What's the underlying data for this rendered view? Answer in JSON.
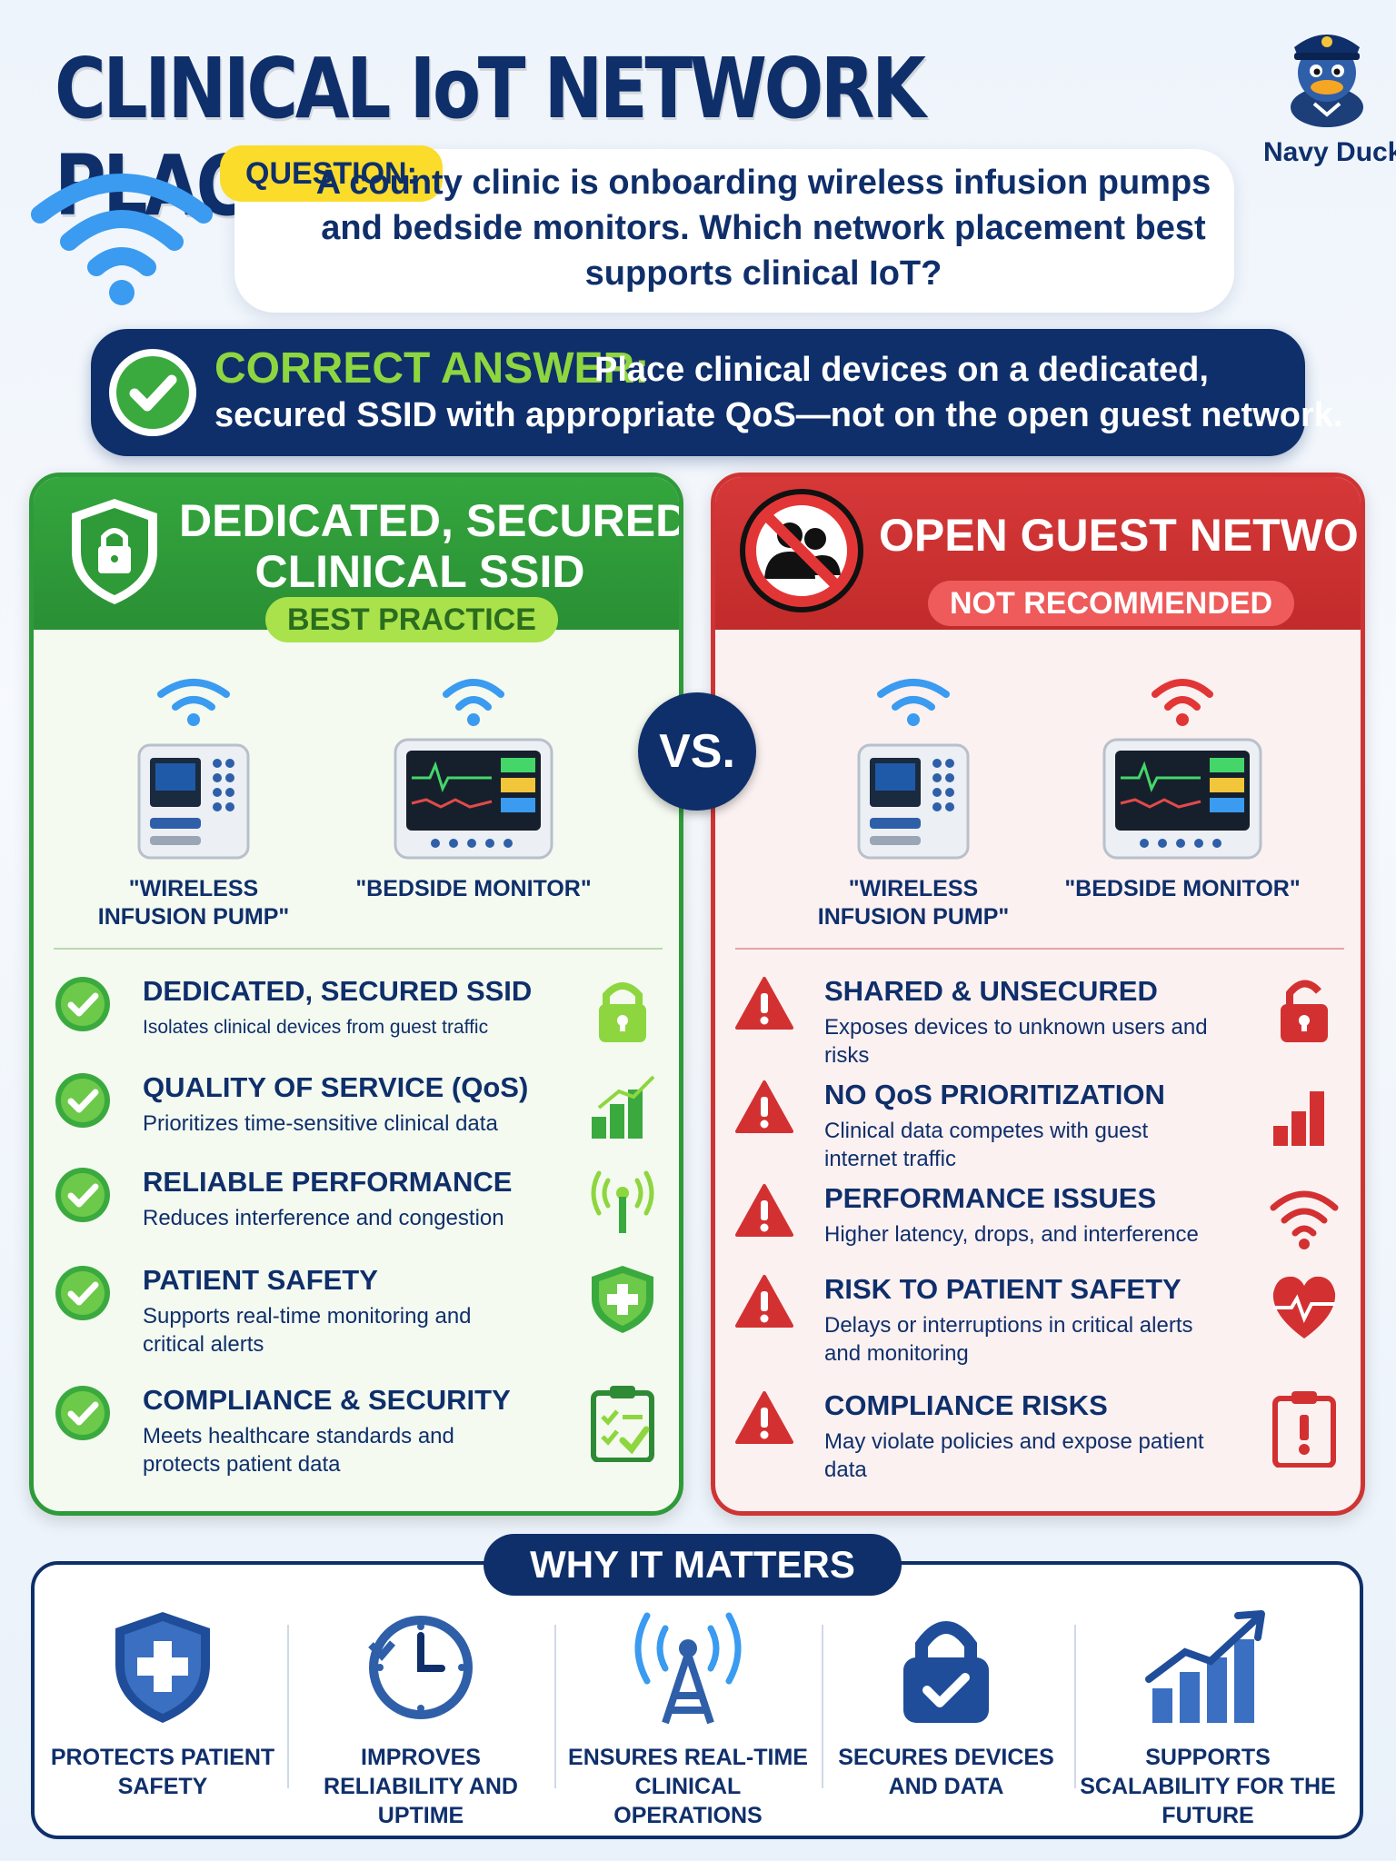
{
  "title": "CLINICAL IoT NETWORK PLACEMENT",
  "mascot": {
    "name": "Navy Duck"
  },
  "question": {
    "tag": "QUESTION:",
    "text": "A county clinic is onboarding wireless infusion pumps and bedside monitors. Which network placement best supports clinical IoT?"
  },
  "answer": {
    "label": "CORRECT ANSWER:",
    "text_line1": "Place clinical devices on a dedicated,",
    "text_line2": "secured SSID with appropriate QoS—not on the open guest network."
  },
  "vs": "VS.",
  "left_panel": {
    "title_line1": "DEDICATED, SECURED",
    "title_line2": "CLINICAL SSID",
    "badge": "BEST PRACTICE",
    "devices": [
      {
        "label": "\"WIRELESS INFUSION PUMP\""
      },
      {
        "label": "\"BEDSIDE MONITOR\""
      }
    ],
    "items": [
      {
        "title": "DEDICATED, SECURED SSID",
        "desc": "Isolates clinical devices from guest traffic"
      },
      {
        "title": "QUALITY OF SERVICE (QoS)",
        "desc": "Prioritizes time-sensitive clinical data"
      },
      {
        "title": "RELIABLE PERFORMANCE",
        "desc": "Reduces interference and congestion"
      },
      {
        "title": "PATIENT SAFETY",
        "desc": "Supports real-time monitoring and critical alerts"
      },
      {
        "title": "COMPLIANCE & SECURITY",
        "desc": "Meets healthcare standards and protects patient data"
      }
    ]
  },
  "right_panel": {
    "title": "OPEN GUEST NETWORK",
    "badge": "NOT RECOMMENDED",
    "devices": [
      {
        "label": "\"WIRELESS INFUSION PUMP\""
      },
      {
        "label": "\"BEDSIDE MONITOR\""
      }
    ],
    "items": [
      {
        "title": "SHARED & UNSECURED",
        "desc": "Exposes devices to unknown users and risks"
      },
      {
        "title": "NO QoS PRIORITIZATION",
        "desc": "Clinical data competes with guest internet traffic"
      },
      {
        "title": "PERFORMANCE ISSUES",
        "desc": "Higher latency, drops, and interference"
      },
      {
        "title": "RISK TO PATIENT SAFETY",
        "desc": "Delays or interruptions in critical alerts and monitoring"
      },
      {
        "title": "COMPLIANCE RISKS",
        "desc": "May violate policies and expose patient data"
      }
    ]
  },
  "why": {
    "title": "WHY IT MATTERS",
    "items": [
      {
        "label": "PROTECTS PATIENT SAFETY"
      },
      {
        "label": "IMPROVES RELIABILITY AND UPTIME"
      },
      {
        "label": "ENSURES REAL-TIME CLINICAL OPERATIONS"
      },
      {
        "label": "SECURES DEVICES AND DATA"
      },
      {
        "label": "SUPPORTS SCALABILITY FOR THE FUTURE"
      }
    ]
  },
  "colors": {
    "navy": "#0f2f6b",
    "green": "#2e9a3a",
    "red": "#cf3434",
    "yellow": "#fbdc2b",
    "wifi_blue": "#2f8fe8",
    "lime": "#8ed63f"
  }
}
